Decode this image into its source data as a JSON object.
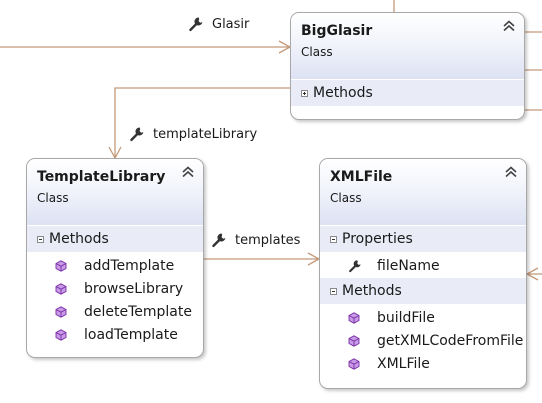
{
  "associations": {
    "glasir": "Glasir",
    "template_library": "templateLibrary",
    "templates": "templates"
  },
  "classes": {
    "bigglasir": {
      "name": "BigGlasir",
      "kind": "Class",
      "sections": [
        {
          "label": "Methods",
          "expanded": false
        }
      ]
    },
    "templatelibrary": {
      "name": "TemplateLibrary",
      "kind": "Class",
      "methods_label": "Methods",
      "methods": [
        "addTemplate",
        "browseLibrary",
        "deleteTemplate",
        "loadTemplate"
      ]
    },
    "xmlfile": {
      "name": "XMLFile",
      "kind": "Class",
      "properties_label": "Properties",
      "properties": [
        "fileName"
      ],
      "methods_label": "Methods",
      "methods": [
        "buildFile",
        "getXMLCodeFromFile",
        "XMLFile"
      ]
    }
  },
  "icons": {
    "association": "wrench-icon",
    "property": "wrench-icon",
    "method": "purple-cube-icon",
    "collapse": "double-chevron-up-icon"
  },
  "colors": {
    "connector": "#c49a7a",
    "header_gradient_end": "#dde2f3",
    "section_band": "#e9ecf7",
    "method_icon": "#8a3fb8"
  }
}
